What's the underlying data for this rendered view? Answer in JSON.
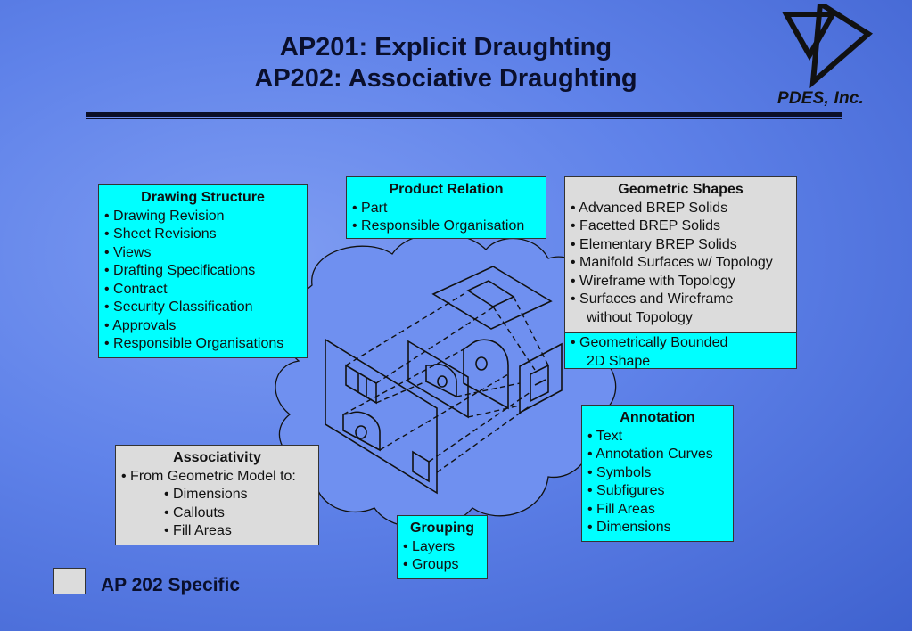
{
  "title": {
    "line1": "AP201:  Explicit Draughting",
    "line2": "AP202: Associative Draughting"
  },
  "logo": {
    "text": "PDES, Inc.",
    "icon": "triangle-logo-icon"
  },
  "boxes": {
    "drawing_structure": {
      "heading": "Drawing Structure",
      "items": [
        "• Drawing Revision",
        "• Sheet Revisions",
        "• Views",
        "• Drafting Specifications",
        "• Contract",
        "• Security Classification",
        "• Approvals",
        "• Responsible Organisations"
      ]
    },
    "product_relation": {
      "heading": "Product Relation",
      "items": [
        "• Part",
        "• Responsible Organisation"
      ]
    },
    "geometric_shapes": {
      "heading": "Geometric Shapes",
      "items": [
        "• Advanced BREP Solids",
        "• Facetted BREP Solids",
        "• Elementary BREP Solids",
        "• Manifold Surfaces w/ Topology",
        "• Wireframe with Topology",
        "• Surfaces and Wireframe",
        "without Topology"
      ],
      "cyan_items": [
        "• Geometrically Bounded",
        "2D Shape"
      ]
    },
    "annotation": {
      "heading": "Annotation",
      "items": [
        "• Text",
        "• Annotation Curves",
        "• Symbols",
        "• Subfigures",
        "• Fill Areas",
        "• Dimensions"
      ]
    },
    "associativity": {
      "heading": "Associativity",
      "items": [
        "• From Geometric Model to:",
        "• Dimensions",
        "• Callouts",
        "• Fill Areas"
      ]
    },
    "grouping": {
      "heading": "Grouping",
      "items": [
        "• Layers",
        "• Groups"
      ]
    }
  },
  "legend": {
    "label": "AP 202 Specific"
  },
  "colors": {
    "ap201_box": "#00ffff",
    "ap202_box": "#dcdcdc",
    "cloud": "#6f90f0"
  }
}
